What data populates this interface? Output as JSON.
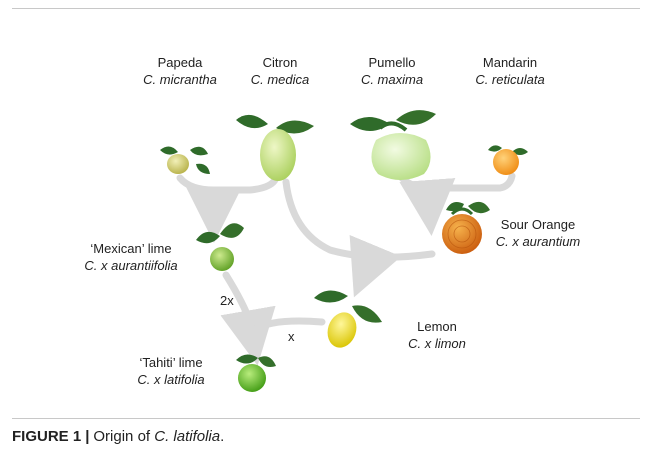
{
  "species": {
    "papeda": {
      "common": "Papeda",
      "scientific": "C. micrantha"
    },
    "citron": {
      "common": "Citron",
      "scientific": "C. medica"
    },
    "pumello": {
      "common": "Pumello",
      "scientific": "C. maxima"
    },
    "mandarin": {
      "common": "Mandarin",
      "scientific": "C. reticulata"
    },
    "sour_orange": {
      "common": "Sour Orange",
      "scientific": "C. x aurantium"
    },
    "mexican_lime": {
      "common": "‘Mexican’ lime",
      "scientific": "C. x aurantiifolia"
    },
    "lemon": {
      "common": "Lemon",
      "scientific": "C. x limon"
    },
    "tahiti_lime": {
      "common": "‘Tahiti’ lime",
      "scientific": "C. x latifolia"
    }
  },
  "cross_marks": {
    "two_x": "2x",
    "x": "x"
  },
  "caption": {
    "label": "FIGURE 1",
    "separator": "|",
    "text_before": "Origin of ",
    "text_italic": "C. latifolia",
    "text_after": "."
  },
  "colors": {
    "arrow": "#d9d9d9",
    "leaf": "#2f6b2a",
    "papeda": "#d6d27a",
    "citron": "#c9e08a",
    "pumello": "#d2eaa8",
    "mandarin": "#f39a1e",
    "sour_orange": "#e8761a",
    "mexican_lime": "#7fbf3a",
    "lemon": "#f0e23a",
    "tahiti_lime": "#6cc23a"
  }
}
